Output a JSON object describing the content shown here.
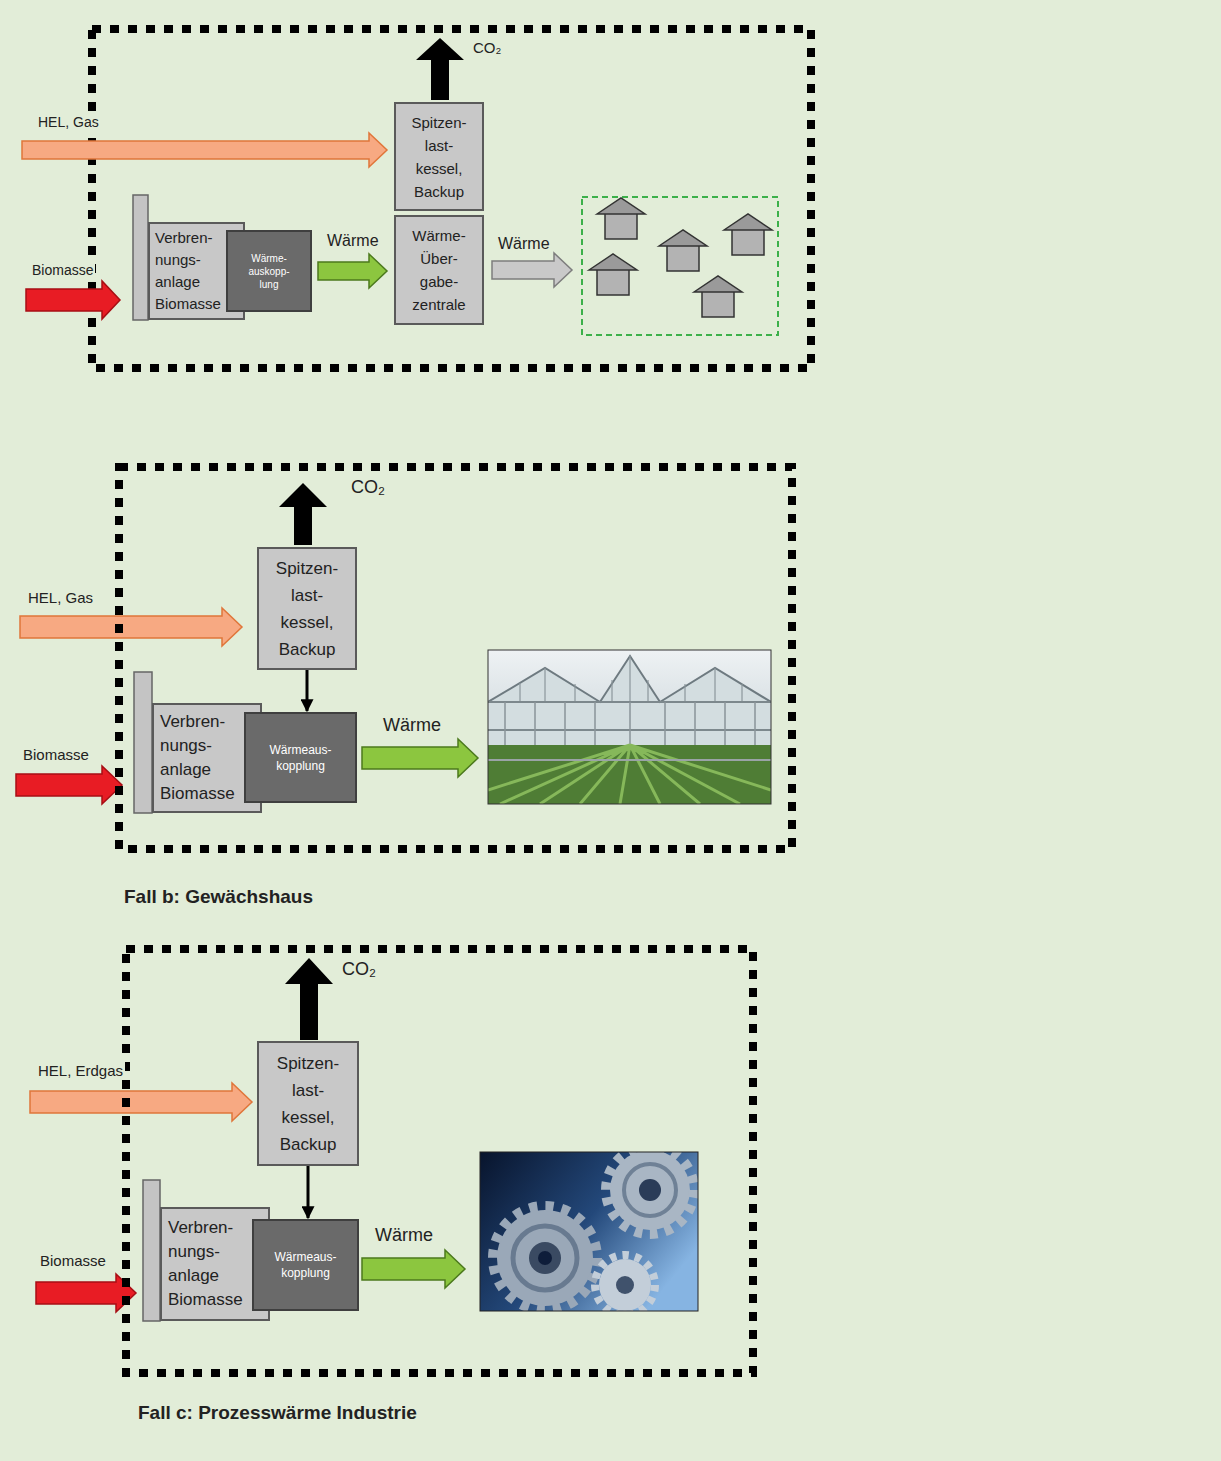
{
  "diagram": {
    "nodes": [
      {
        "text": [
          "Spitzen- last- kessel, Backup"
        ]
      },
      {
        "text": [
          "Verbren- nungs- anlage Biomasse"
        ]
      },
      {
        "text": [
          "Wärme- auskopp- lung"
        ]
      },
      {
        "text": [
          "Wärme- Über- gabe- zentrale"
        ]
      },
      {
        "text": [
          "Fall b: Gewächshaus"
        ]
      },
      {
        "text": [
          "Spitzen- last- kessel, Backup"
        ],
        "in": 4
      },
      {
        "text": [
          "Verbren- nungs- anlage Biomasse"
        ],
        "in": 4
      },
      {
        "text": [
          "Wärmeaus- kopplung"
        ],
        "in": 4
      },
      {
        "text": [
          "Fall c: Prozesswärme Industrie"
        ]
      },
      {
        "text": [
          "Spitzen- last- kessel, Backup"
        ],
        "in": 8
      },
      {
        "text": [
          "Verbren- nungs- anlage Biomasse"
        ],
        "in": 8
      },
      {
        "text": [
          "Wärmeaus- kopplung"
        ],
        "in": 8
      }
    ],
    "edges": [
      {
        "from": 2,
        "to": 3,
        "arrow": "to",
        "label": "Wärme"
      },
      {
        "from": 5,
        "to": 7,
        "arrow": "to"
      },
      {
        "from": 9,
        "to": 11,
        "arrow": "to"
      }
    ],
    "labels": [
      "HEL, Gas",
      "Biomasse",
      "CO₂",
      "Wärme",
      "HEL, Gas",
      "Biomasse",
      "CO₂",
      "Wärme",
      "HEL, Erdgas",
      "Biomasse",
      "CO₂",
      "Wärme"
    ]
  }
}
